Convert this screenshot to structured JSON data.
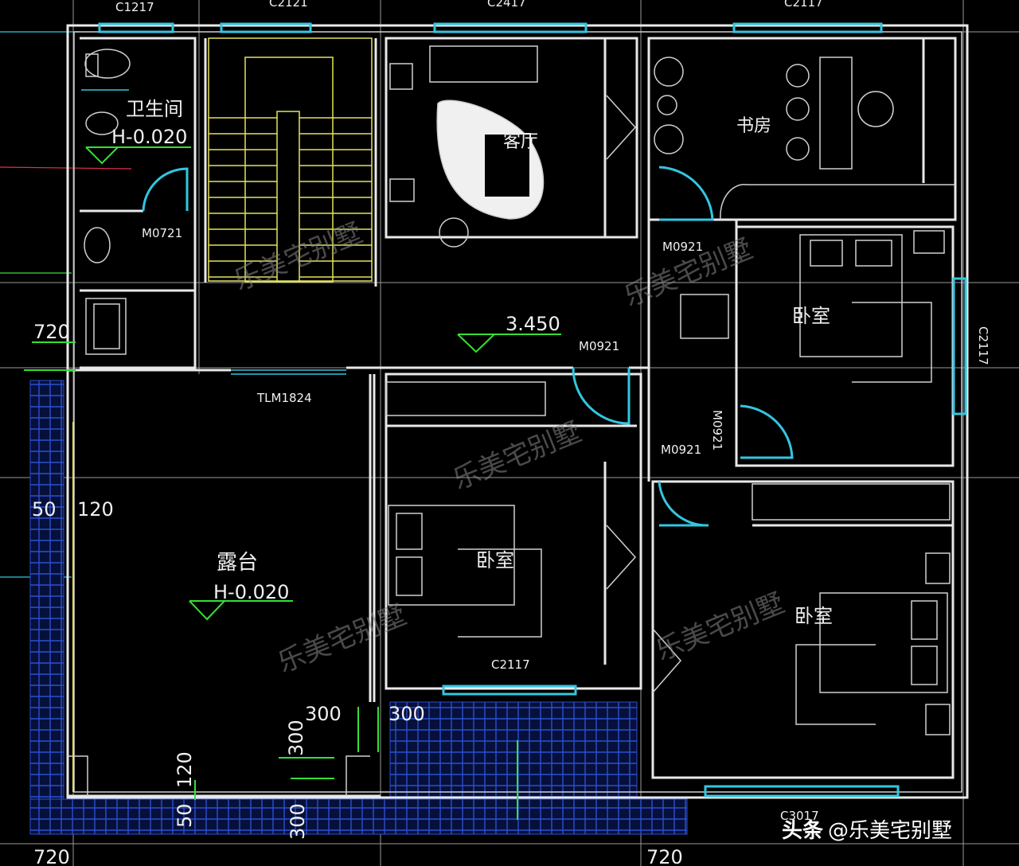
{
  "rooms": {
    "bathroom": "卫生间",
    "bathroom_level": "H-0.020",
    "living": "客厅",
    "study": "书房",
    "bedroom": "卧室",
    "terrace": "露台",
    "terrace_level": "H-0.020",
    "floor_level": "3.450"
  },
  "openings": {
    "c1217": "C1217",
    "c2121": "C2121",
    "c2417_top": "C2417",
    "c2117_top": "C2117",
    "m0721": "M0721",
    "m0921_a": "M0921",
    "m0921_b": "M0921",
    "m0921_c": "M0921",
    "m0921_d": "M0921",
    "tlm1824": "TLM1824",
    "c2117_right": "C2117",
    "c2117_mid": "C2117",
    "c3017": "C3017"
  },
  "dimensions": {
    "d720_left": "720",
    "d50_a": "50",
    "d120_a": "120",
    "d300_a": "300",
    "d300_b": "300",
    "d300_c": "300",
    "d120_b": "120",
    "d50_b": "50",
    "d300_d": "300",
    "d720_bottom_left": "720",
    "d720_bottom_right": "720"
  },
  "watermark": "乐美宅别墅",
  "credit": {
    "brand": "头条",
    "handle": "@乐美宅别墅"
  }
}
